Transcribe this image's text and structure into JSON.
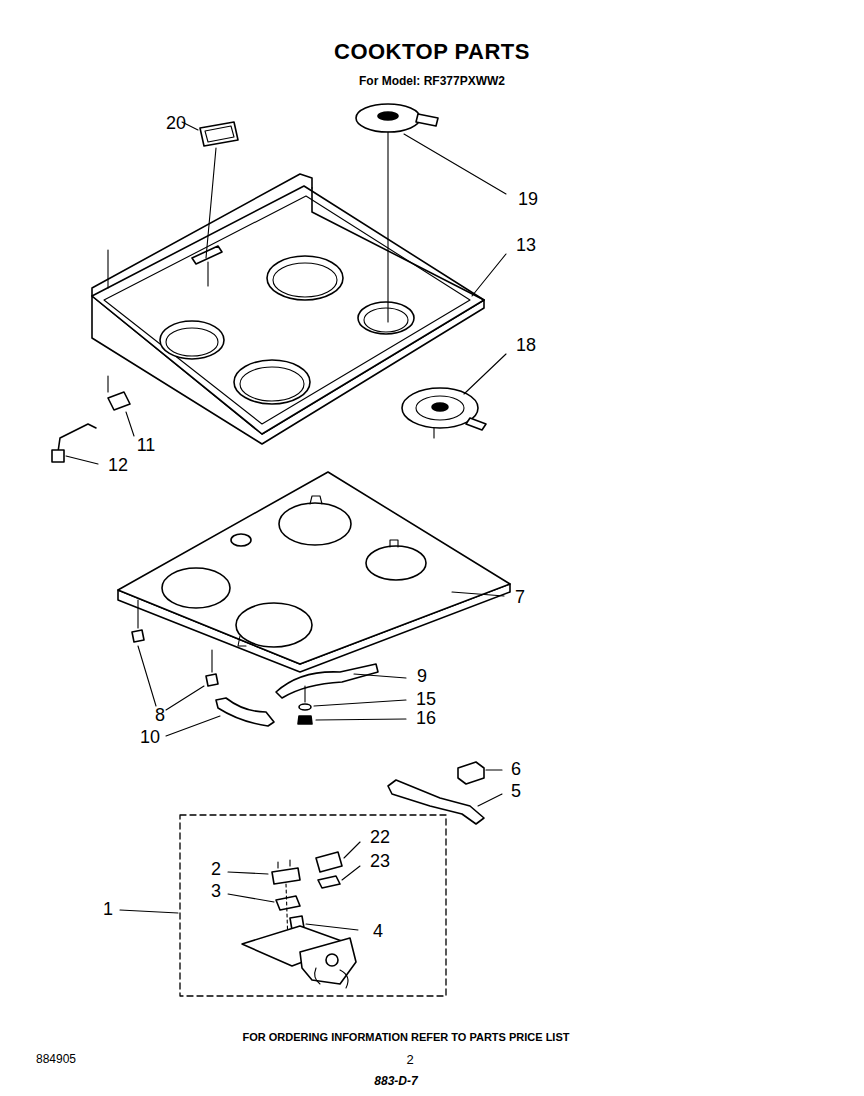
{
  "diagram": {
    "title": "COOKTOP PARTS",
    "labels": [
      "For Model: RF377PXWW2",
      "20",
      "19",
      "13",
      "18",
      "11",
      "12",
      "7",
      "9",
      "15",
      "16",
      "8",
      "10",
      "6",
      "5",
      "22",
      "2",
      "23",
      "3",
      "1",
      "4",
      "FOR ORDERING INFORMATION REFER TO PARTS PRICE LIST",
      "884905",
      "2",
      "883-D-7"
    ]
  }
}
